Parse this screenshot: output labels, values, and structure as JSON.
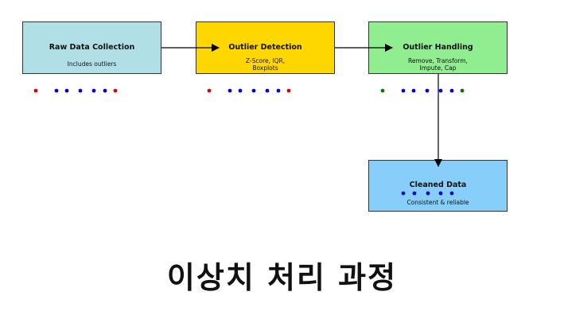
{
  "boxes": {
    "raw": {
      "title": "Raw Data Collection",
      "subtitle": "Includes outliers",
      "color": "#b0e0e6"
    },
    "detect": {
      "title": "Outlier Detection",
      "subtitle": "Z-Score, IQR,\nBoxplots",
      "color": "#ffd700"
    },
    "handle": {
      "title": "Outlier Handling",
      "subtitle": "Remove, Transform,\nImpute, Cap",
      "color": "#90ee90"
    },
    "clean": {
      "title": "Cleaned Data",
      "subtitle": "Consistent & reliable",
      "color": "#87cefa"
    }
  },
  "dot_groups": {
    "raw": [
      "red",
      "blue",
      "blue",
      "blue",
      "blue",
      "blue",
      "red"
    ],
    "detect": [
      "red",
      "blue",
      "blue",
      "blue",
      "blue",
      "blue",
      "red"
    ],
    "handle": [
      "green",
      "blue",
      "blue",
      "blue",
      "blue",
      "blue",
      "green"
    ],
    "clean": [
      "blue",
      "blue",
      "blue",
      "blue",
      "blue"
    ]
  },
  "colors": {
    "red": "#e00000",
    "blue": "#0000dd",
    "green": "#007a00",
    "arrow": "#000000"
  },
  "title": "이상치 처리 과정"
}
